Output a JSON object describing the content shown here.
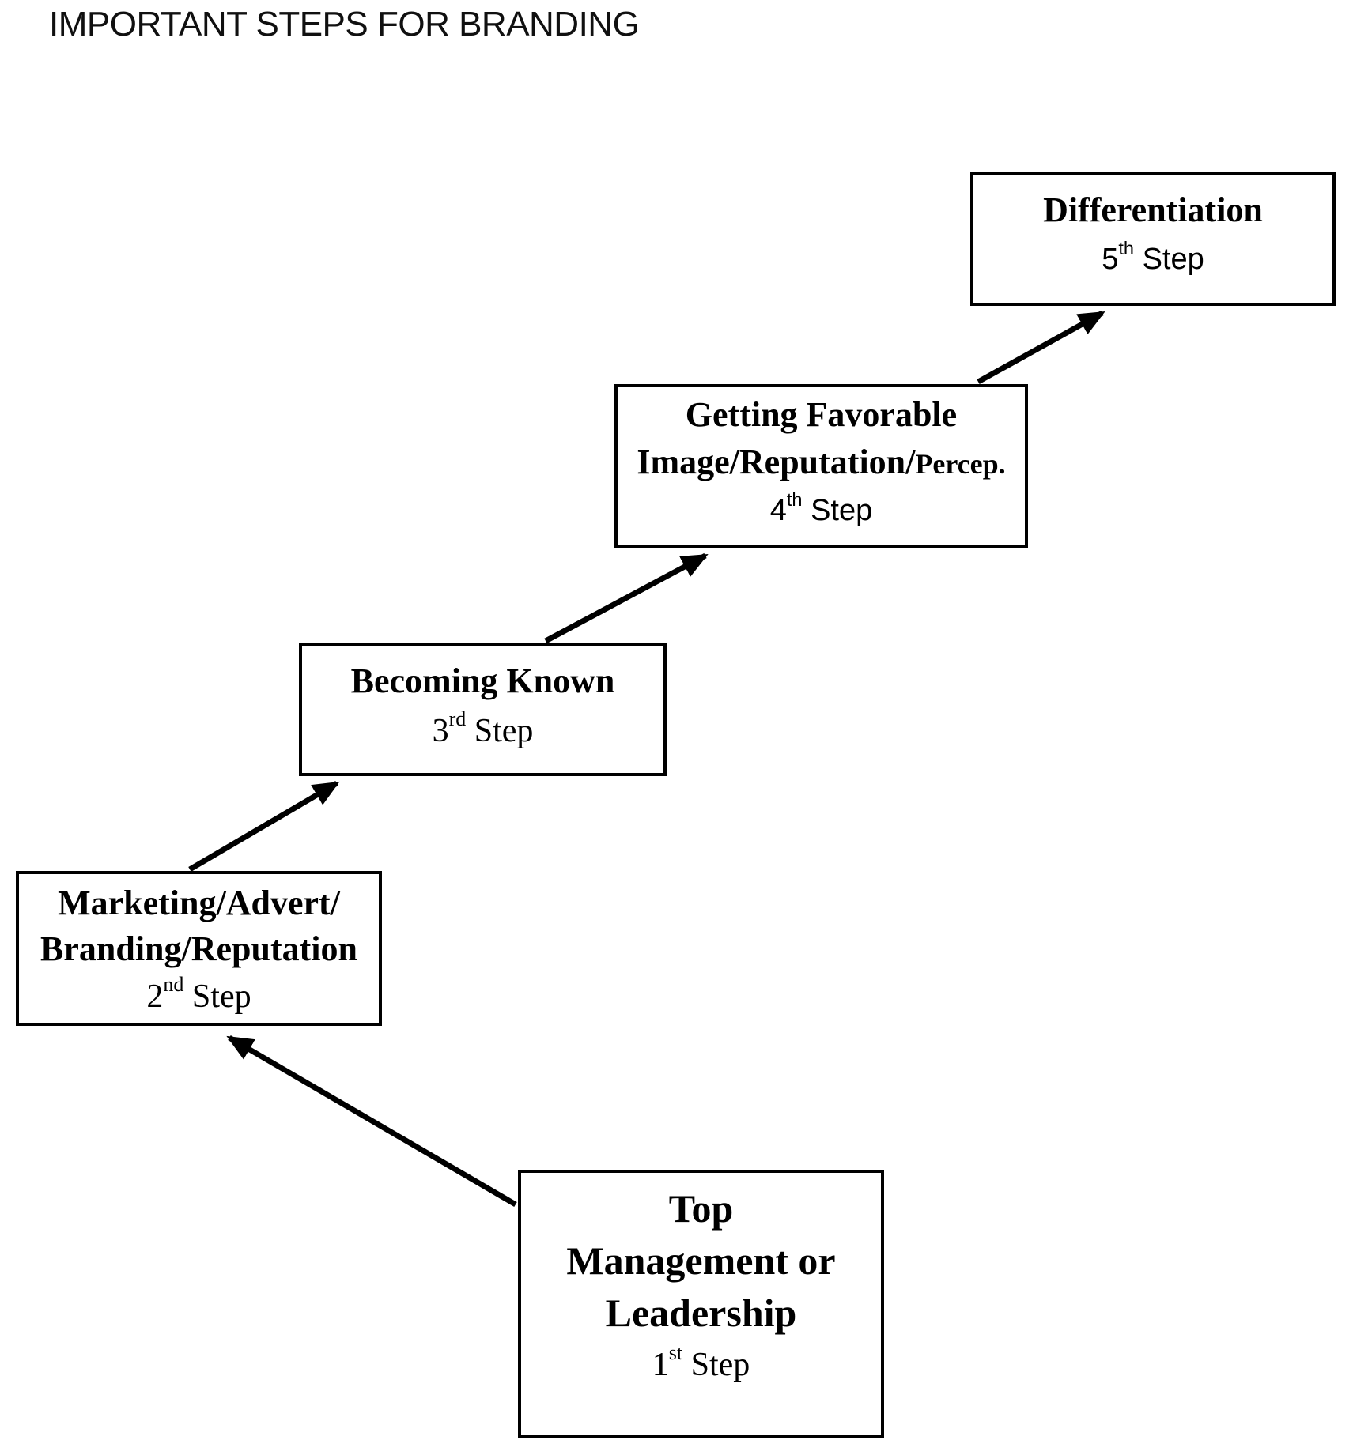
{
  "page": {
    "title": "IMPORTANT STEPS FOR BRANDING",
    "background_color": "#ffffff",
    "line_color": "#000000",
    "text_color": "#000000"
  },
  "boxes": {
    "step1": {
      "line1": "Top",
      "line2": "Management or",
      "line3": "Leadership",
      "step": {
        "num": "1",
        "sup": "st",
        "word": "Step"
      }
    },
    "step2": {
      "line1": "Marketing/Advert/",
      "line2": "Branding/Reputation",
      "step": {
        "num": "2",
        "sup": "nd",
        "word": "Step"
      }
    },
    "step3": {
      "line1": "Becoming Known",
      "step": {
        "num": "3",
        "sup": "rd",
        "word": "Step"
      }
    },
    "step4": {
      "line1": "Getting Favorable",
      "line2_main": "Image/Reputation/",
      "line2_small": "Percep.",
      "step": {
        "num": "4",
        "sup": "th",
        "word": "Step"
      }
    },
    "step5": {
      "line1": "Differentiation",
      "step": {
        "num": "5",
        "sup": "th",
        "word": "Step"
      }
    }
  },
  "connections": [
    {
      "from": "step1",
      "to": "step2"
    },
    {
      "from": "step2",
      "to": "step3"
    },
    {
      "from": "step3",
      "to": "step4"
    },
    {
      "from": "step4",
      "to": "step5"
    }
  ]
}
